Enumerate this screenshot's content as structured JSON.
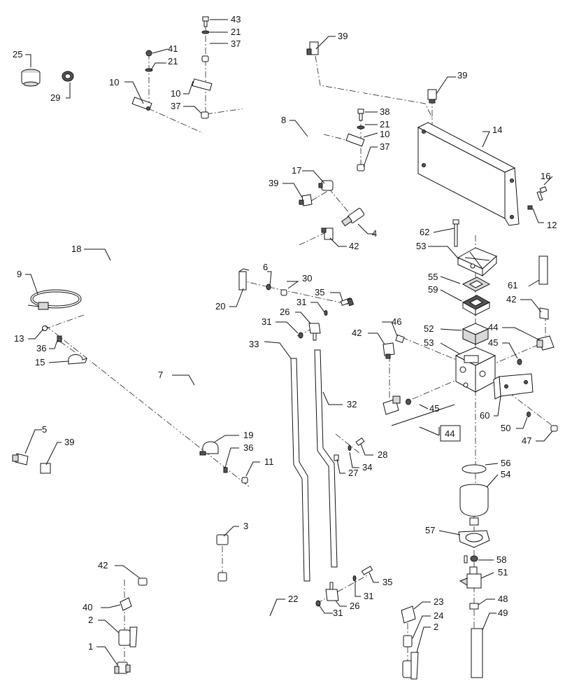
{
  "diagram": {
    "callouts": [
      {
        "id": "43",
        "text": "43"
      },
      {
        "id": "21a",
        "text": "21"
      },
      {
        "id": "37a",
        "text": "37"
      },
      {
        "id": "41",
        "text": "41"
      },
      {
        "id": "21b",
        "text": "21"
      },
      {
        "id": "10a",
        "text": "10"
      },
      {
        "id": "10b",
        "text": "10"
      },
      {
        "id": "37b",
        "text": "37"
      },
      {
        "id": "25",
        "text": "25"
      },
      {
        "id": "29",
        "text": "29"
      },
      {
        "id": "39a",
        "text": "39"
      },
      {
        "id": "39b",
        "text": "39"
      },
      {
        "id": "38",
        "text": "38"
      },
      {
        "id": "21c",
        "text": "21"
      },
      {
        "id": "10c",
        "text": "10"
      },
      {
        "id": "37c",
        "text": "37"
      },
      {
        "id": "8",
        "text": "8"
      },
      {
        "id": "14",
        "text": "14"
      },
      {
        "id": "17",
        "text": "17"
      },
      {
        "id": "39c",
        "text": "39"
      },
      {
        "id": "16",
        "text": "16"
      },
      {
        "id": "12",
        "text": "12"
      },
      {
        "id": "4",
        "text": "4"
      },
      {
        "id": "42a",
        "text": "42"
      },
      {
        "id": "62",
        "text": "62"
      },
      {
        "id": "53a",
        "text": "53"
      },
      {
        "id": "18",
        "text": "18"
      },
      {
        "id": "9",
        "text": "9"
      },
      {
        "id": "6",
        "text": "6"
      },
      {
        "id": "30",
        "text": "30"
      },
      {
        "id": "20",
        "text": "20"
      },
      {
        "id": "35a",
        "text": "35"
      },
      {
        "id": "31a",
        "text": "31"
      },
      {
        "id": "26a",
        "text": "26"
      },
      {
        "id": "31b",
        "text": "31"
      },
      {
        "id": "55",
        "text": "55"
      },
      {
        "id": "59",
        "text": "59"
      },
      {
        "id": "61",
        "text": "61"
      },
      {
        "id": "42b",
        "text": "42"
      },
      {
        "id": "13",
        "text": "13"
      },
      {
        "id": "36a",
        "text": "36"
      },
      {
        "id": "15",
        "text": "15"
      },
      {
        "id": "33",
        "text": "33"
      },
      {
        "id": "46",
        "text": "46"
      },
      {
        "id": "52",
        "text": "52"
      },
      {
        "id": "42c",
        "text": "42"
      },
      {
        "id": "53b",
        "text": "53"
      },
      {
        "id": "44a",
        "text": "44"
      },
      {
        "id": "45a",
        "text": "45"
      },
      {
        "id": "7",
        "text": "7"
      },
      {
        "id": "32",
        "text": "32"
      },
      {
        "id": "45b",
        "text": "45"
      },
      {
        "id": "44box",
        "text": "44"
      },
      {
        "id": "60",
        "text": "60"
      },
      {
        "id": "50",
        "text": "50"
      },
      {
        "id": "47",
        "text": "47"
      },
      {
        "id": "5",
        "text": "5"
      },
      {
        "id": "39d",
        "text": "39"
      },
      {
        "id": "19",
        "text": "19"
      },
      {
        "id": "36b",
        "text": "36"
      },
      {
        "id": "11",
        "text": "11"
      },
      {
        "id": "28",
        "text": "28"
      },
      {
        "id": "34",
        "text": "34"
      },
      {
        "id": "27",
        "text": "27"
      },
      {
        "id": "56",
        "text": "56"
      },
      {
        "id": "54",
        "text": "54"
      },
      {
        "id": "3",
        "text": "3"
      },
      {
        "id": "57",
        "text": "57"
      },
      {
        "id": "58",
        "text": "58"
      },
      {
        "id": "42d",
        "text": "42"
      },
      {
        "id": "35b",
        "text": "35"
      },
      {
        "id": "51",
        "text": "51"
      },
      {
        "id": "31c",
        "text": "31"
      },
      {
        "id": "26b",
        "text": "26"
      },
      {
        "id": "31d",
        "text": "31"
      },
      {
        "id": "22",
        "text": "22"
      },
      {
        "id": "48",
        "text": "48"
      },
      {
        "id": "40",
        "text": "40"
      },
      {
        "id": "23",
        "text": "23"
      },
      {
        "id": "49",
        "text": "49"
      },
      {
        "id": "2a",
        "text": "2"
      },
      {
        "id": "24",
        "text": "24"
      },
      {
        "id": "2b",
        "text": "2"
      },
      {
        "id": "1",
        "text": "1"
      }
    ]
  }
}
